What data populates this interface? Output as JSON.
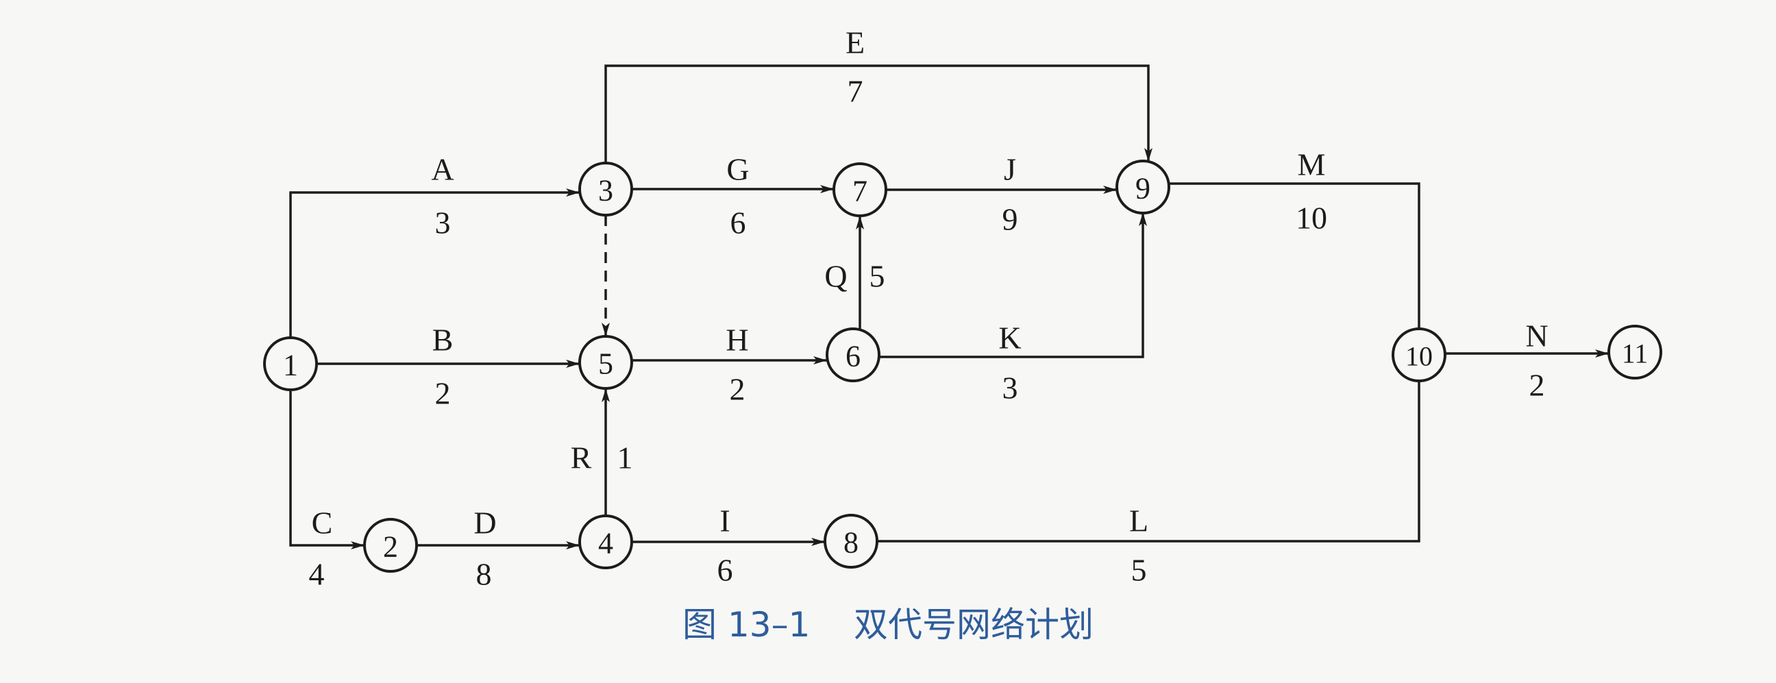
{
  "diagram": {
    "nodes": [
      {
        "id": "1",
        "label": "1"
      },
      {
        "id": "2",
        "label": "2"
      },
      {
        "id": "3",
        "label": "3"
      },
      {
        "id": "4",
        "label": "4"
      },
      {
        "id": "5",
        "label": "5"
      },
      {
        "id": "6",
        "label": "6"
      },
      {
        "id": "7",
        "label": "7"
      },
      {
        "id": "8",
        "label": "8"
      },
      {
        "id": "9",
        "label": "9"
      },
      {
        "id": "10",
        "label": "10"
      },
      {
        "id": "11",
        "label": "11"
      }
    ],
    "edges": [
      {
        "from": "1",
        "to": "3",
        "activity": "A",
        "duration": "3"
      },
      {
        "from": "1",
        "to": "5",
        "activity": "B",
        "duration": "2"
      },
      {
        "from": "1",
        "to": "2",
        "activity": "C",
        "duration": "4"
      },
      {
        "from": "2",
        "to": "4",
        "activity": "D",
        "duration": "8"
      },
      {
        "from": "3",
        "to": "9",
        "activity": "E",
        "duration": "7"
      },
      {
        "from": "3",
        "to": "7",
        "activity": "G",
        "duration": "6"
      },
      {
        "from": "3",
        "to": "5",
        "activity": "",
        "duration": "",
        "dummy": true
      },
      {
        "from": "5",
        "to": "6",
        "activity": "H",
        "duration": "2"
      },
      {
        "from": "4",
        "to": "5",
        "activity": "R",
        "duration": "1"
      },
      {
        "from": "4",
        "to": "8",
        "activity": "I",
        "duration": "6"
      },
      {
        "from": "6",
        "to": "7",
        "activity": "Q",
        "duration": "5"
      },
      {
        "from": "6",
        "to": "9",
        "activity": "K",
        "duration": "3"
      },
      {
        "from": "7",
        "to": "9",
        "activity": "J",
        "duration": "9"
      },
      {
        "from": "8",
        "to": "10",
        "activity": "L",
        "duration": "5"
      },
      {
        "from": "9",
        "to": "10",
        "activity": "M",
        "duration": "10"
      },
      {
        "from": "10",
        "to": "11",
        "activity": "N",
        "duration": "2"
      }
    ]
  },
  "caption": "图 13–1    双代号网络计划",
  "colors": {
    "line": "#1c1c1c",
    "caption": "#2e5d9c",
    "background": "#f7f7f5"
  }
}
